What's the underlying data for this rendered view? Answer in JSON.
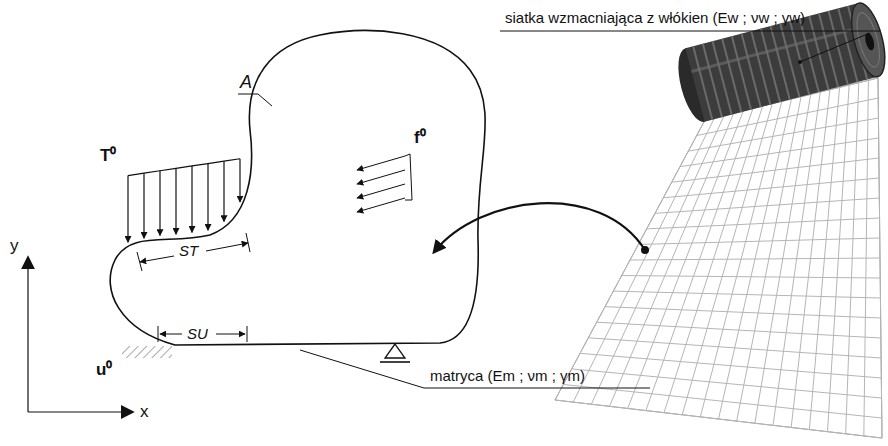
{
  "diagram": {
    "labels": [
      "siatka wzmacniająca z włókien (Ew ; νw ; γw)",
      "A",
      "T⁰",
      "ST",
      "f⁰",
      "SU",
      "u⁰",
      "matryca (Em ; νm ; γm)",
      "y",
      "x"
    ]
  }
}
